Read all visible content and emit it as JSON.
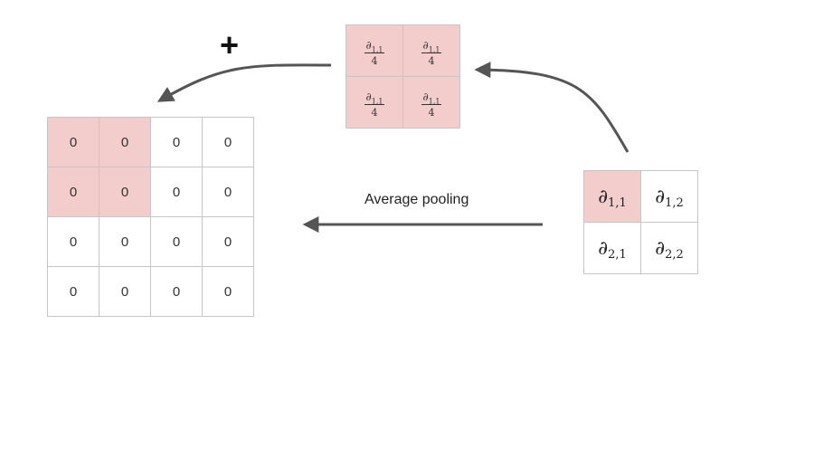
{
  "operation_label": "Average pooling",
  "plus_symbol": "+",
  "colors": {
    "highlight": "#f3cccc",
    "cell_border": "#c6c6c6",
    "arrow": "#555555"
  },
  "output_grid": {
    "rows": [
      [
        "0",
        "0",
        "0",
        "0"
      ],
      [
        "0",
        "0",
        "0",
        "0"
      ],
      [
        "0",
        "0",
        "0",
        "0"
      ],
      [
        "0",
        "0",
        "0",
        "0"
      ]
    ],
    "highlighted": [
      [
        0,
        0
      ],
      [
        0,
        1
      ],
      [
        1,
        0
      ],
      [
        1,
        1
      ]
    ]
  },
  "distributed_grid": {
    "cells": [
      {
        "symbol": "∂",
        "subscript": "1,1",
        "denominator": "4"
      },
      {
        "symbol": "∂",
        "subscript": "1,1",
        "denominator": "4"
      },
      {
        "symbol": "∂",
        "subscript": "1,1",
        "denominator": "4"
      },
      {
        "symbol": "∂",
        "subscript": "1,1",
        "denominator": "4"
      }
    ]
  },
  "input_grid": {
    "cells": [
      {
        "symbol": "∂",
        "subscript": "1,1",
        "highlighted": true
      },
      {
        "symbol": "∂",
        "subscript": "1,2",
        "highlighted": false
      },
      {
        "symbol": "∂",
        "subscript": "2,1",
        "highlighted": false
      },
      {
        "symbol": "∂",
        "subscript": "2,2",
        "highlighted": false
      }
    ]
  },
  "icons": {
    "arrow_head": "arrow-head-icon"
  }
}
